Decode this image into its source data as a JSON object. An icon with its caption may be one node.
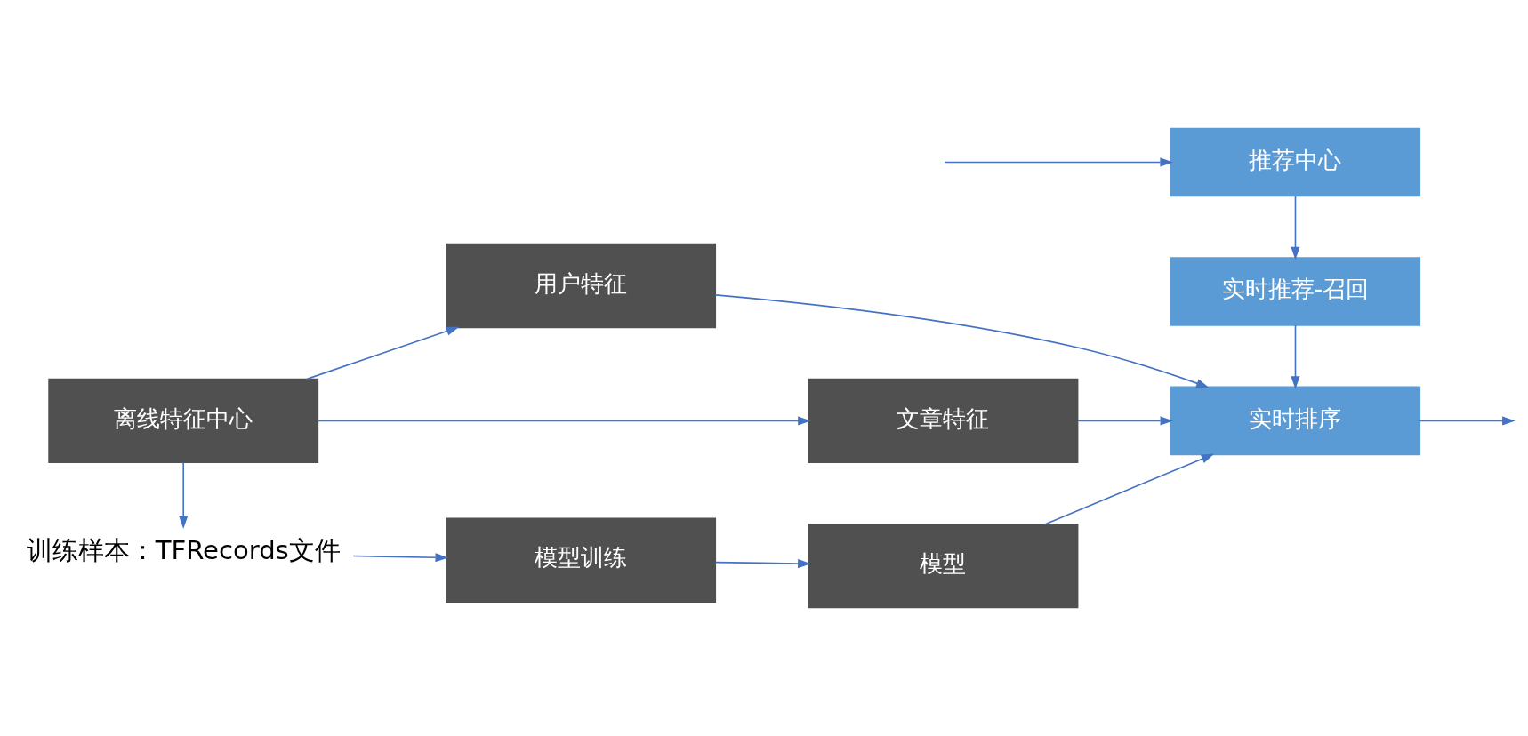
{
  "diagram": {
    "nodes": [
      {
        "text": [
          "训练样本：TFRecords文件"
        ]
      },
      {
        "text": [
          "模型训练"
        ]
      },
      {
        "text": [
          "模型"
        ]
      },
      {
        "text": [
          "文章特征"
        ]
      },
      {
        "text": [
          "离线特征中心"
        ]
      },
      {
        "text": [
          "用户特征"
        ]
      },
      {
        "text": [
          "实时排序"
        ]
      },
      {
        "text": [
          "实时推荐-召回"
        ]
      },
      {
        "text": [
          "推荐中心"
        ]
      }
    ],
    "edges": [
      {
        "from": 4,
        "to": 0,
        "arrow": "to"
      },
      {
        "from": 0,
        "to": 1,
        "arrow": "to"
      },
      {
        "from": 1,
        "to": 2,
        "arrow": "to"
      },
      {
        "from": 4,
        "to": 3,
        "arrow": "to"
      },
      {
        "from": 4,
        "to": 5,
        "arrow": "to"
      },
      {
        "from": 2,
        "to": 6,
        "arrow": "to"
      },
      {
        "from": 3,
        "to": 6,
        "arrow": "to"
      },
      {
        "from": 5,
        "to": 6,
        "arrow": "to"
      },
      {
        "from": 7,
        "to": 6,
        "arrow": "to"
      },
      {
        "from": 8,
        "to": 7,
        "arrow": "to"
      },
      {
        "from": null,
        "to": 8,
        "arrow": "to"
      },
      {
        "from": 6,
        "to": null,
        "arrow": "to"
      }
    ]
  }
}
